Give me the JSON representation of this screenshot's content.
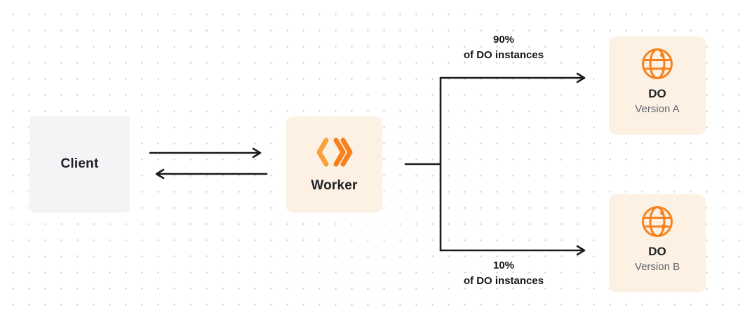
{
  "client": {
    "label": "Client"
  },
  "worker": {
    "label": "Worker"
  },
  "branches": {
    "top": {
      "percent": "90%",
      "caption": "of DO instances"
    },
    "bottom": {
      "percent": "10%",
      "caption": "of DO instances"
    }
  },
  "do_a": {
    "title": "DO",
    "subtitle": "Version A"
  },
  "do_b": {
    "title": "DO",
    "subtitle": "Version B"
  },
  "icons": {
    "worker": "cloudflare-workers-logo",
    "durable_object": "globe-icon"
  },
  "colors": {
    "accent_orange": "#F6821F",
    "accent_orange_light": "#F9A13E",
    "node_cream": "#FCF1E2",
    "node_gray": "#F3F4F6",
    "line_dark": "#1B1B1B",
    "text_dark": "#1E2025",
    "text_muted": "#5F6470",
    "dot_grid": "#D9DADE"
  }
}
